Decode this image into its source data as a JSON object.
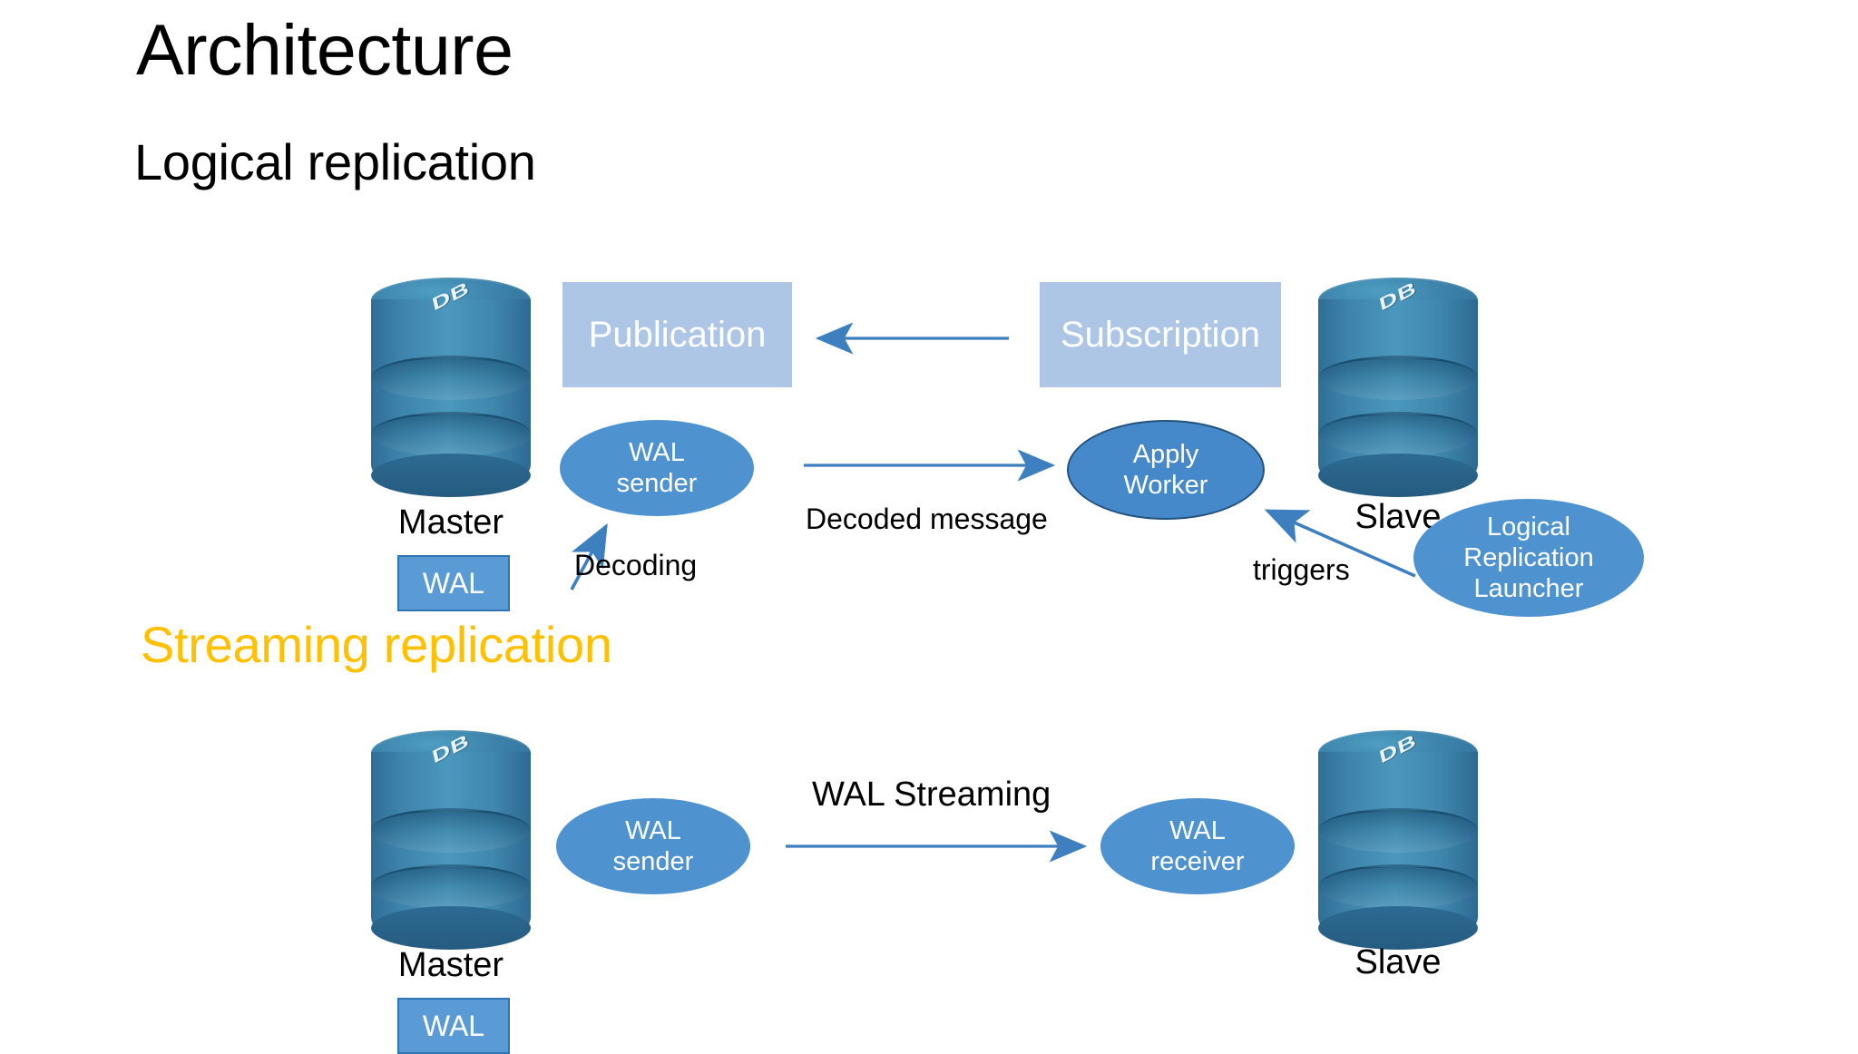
{
  "slide": {
    "title": "Architecture",
    "section_logical": "Logical replication",
    "section_streaming": "Streaming replication",
    "colors": {
      "streaming_heading": "#FFC000",
      "flat_box_fill": "#ADC6E5",
      "ellipse_fill": "#4E93D0",
      "wal_box_fill": "#5B9BD5",
      "wal_box_border": "#2E75B6",
      "arrow": "#3E7FBF",
      "db_body": "#3D83AB",
      "text_dark": "#000000",
      "text_light": "#FFFFFF"
    }
  },
  "logical": {
    "master_db": {
      "icon": "database-cylinder-icon",
      "badge": "DB",
      "caption": "Master"
    },
    "slave_db": {
      "icon": "database-cylinder-icon",
      "badge": "DB",
      "caption": "Slave"
    },
    "wal_box": "WAL",
    "publication": "Publication",
    "subscription": "Subscription",
    "wal_sender": "WAL\nsender",
    "apply_worker": "Apply\nWorker",
    "launcher": "Logical\nReplication\nLauncher",
    "edge_decoding": "Decoding",
    "edge_decoded_message": "Decoded message",
    "edge_triggers": "triggers"
  },
  "streaming": {
    "master_db": {
      "icon": "database-cylinder-icon",
      "badge": "DB",
      "caption": "Master"
    },
    "slave_db": {
      "icon": "database-cylinder-icon",
      "badge": "DB",
      "caption": "Slave"
    },
    "wal_box": "WAL",
    "wal_sender": "WAL\nsender",
    "wal_receiver": "WAL\nreceiver",
    "edge_wal_streaming": "WAL Streaming"
  }
}
